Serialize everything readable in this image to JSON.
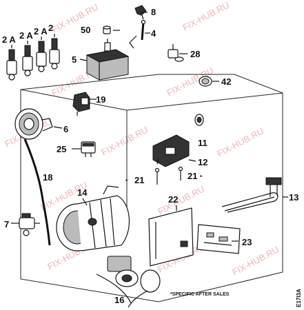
{
  "watermark": "FIX-HUB.RU",
  "parts": {
    "p2": "2",
    "p2a_1": "2 A",
    "p2a_2": "2 A",
    "p2a_3": "2 A",
    "p4": "4",
    "p5": "5",
    "p6": "6",
    "p7": "7",
    "p8": "8",
    "p11": "11",
    "p12": "12",
    "p13": "13",
    "p14": "14",
    "p16": "16",
    "p18": "18",
    "p19": "19",
    "p21_left": "21",
    "p21_right": "21",
    "p22": "22",
    "p23": "23",
    "p25": "25",
    "p28": "28",
    "p42": "42",
    "p50": "50"
  },
  "asterisk": "*",
  "footnote": "*SPECIFIC AFTER SALES",
  "reference_code": "E17I3A"
}
